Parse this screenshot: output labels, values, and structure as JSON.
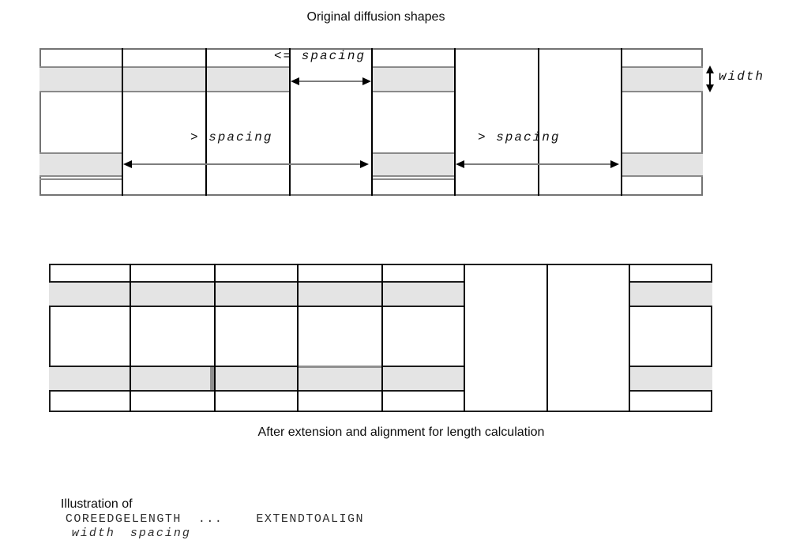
{
  "title": "Original diffusion shapes",
  "top_diagram": {
    "labels": {
      "spacing_le": "<= spacing",
      "spacing_gt_left": "> spacing",
      "spacing_gt_right": "> spacing",
      "width": "width"
    }
  },
  "bottom_diagram": {
    "caption": "After extension and alignment for length calculation"
  },
  "footer": {
    "prefix": "Illustration of",
    "keywords": "COREEDGELENGTH  ...    EXTENDTOALIGN",
    "params": "width spacing"
  },
  "colors": {
    "bar_fill": "#e4e4e4",
    "bar_border_top_diagram": "#8a8a8a",
    "bar_border_bottom_diagram": "#1c1c1c",
    "grid_line": "#000000",
    "arrow_shaft": "#7d7d7d",
    "seam": "#8f8f8f"
  }
}
